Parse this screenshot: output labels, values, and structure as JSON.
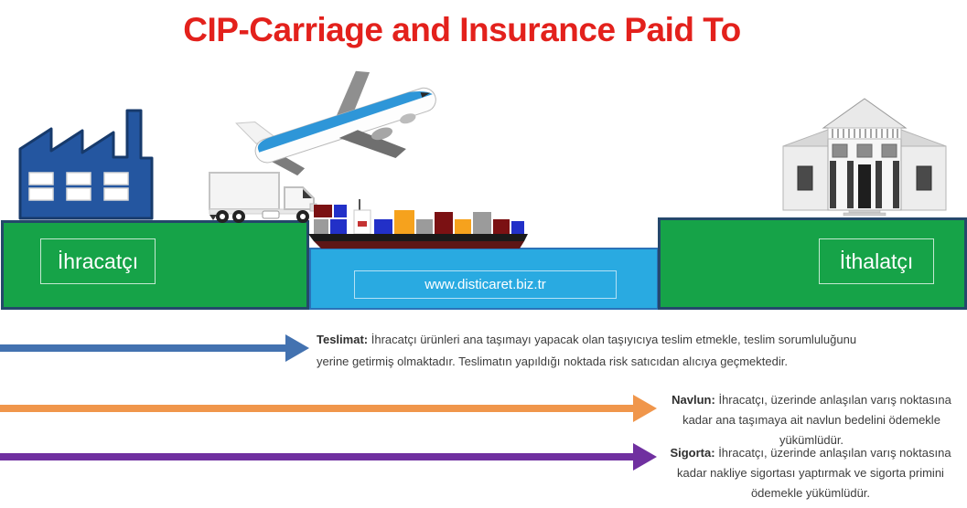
{
  "title": "CIP-Carriage and Insurance Paid To",
  "parties": {
    "exporter": "İhracatçı",
    "importer": "İthalatçı"
  },
  "watermark": "www.disticaret.biz.tr",
  "icons": {
    "factory": "factory-icon",
    "truck": "truck-icon",
    "airplane": "airplane-icon",
    "ship": "container-ship-icon",
    "building": "government-building-icon"
  },
  "colors": {
    "title_red": "#e3211c",
    "platform_green": "#16a348",
    "platform_border": "#24486b",
    "sea_blue": "#29aae1",
    "sea_border": "#2a72b8",
    "arrow_delivery": "#4372b0",
    "arrow_freight": "#f0964b",
    "arrow_insurance": "#7030a0"
  },
  "notes": [
    {
      "id": "delivery",
      "label": "Teslimat:",
      "text": "İhracatçı ürünleri ana taşımayı yapacak olan taşıyıcıya teslim etmekle, teslim sorumluluğunu yerine getirmiş olmaktadır. Teslimatın yapıldığı noktada risk satıcıdan alıcıya geçmektedir."
    },
    {
      "id": "freight",
      "label": "Navlun:",
      "text": "İhracatçı, üzerinde anlaşılan varış noktasına kadar ana taşımaya ait navlun bedelini ödemekle yükümlüdür."
    },
    {
      "id": "insurance",
      "label": "Sigorta:",
      "text": "İhracatçı, üzerinde anlaşılan varış noktasına kadar nakliye sigortası yaptırmak ve sigorta primini ödemekle yükümlüdür."
    }
  ]
}
